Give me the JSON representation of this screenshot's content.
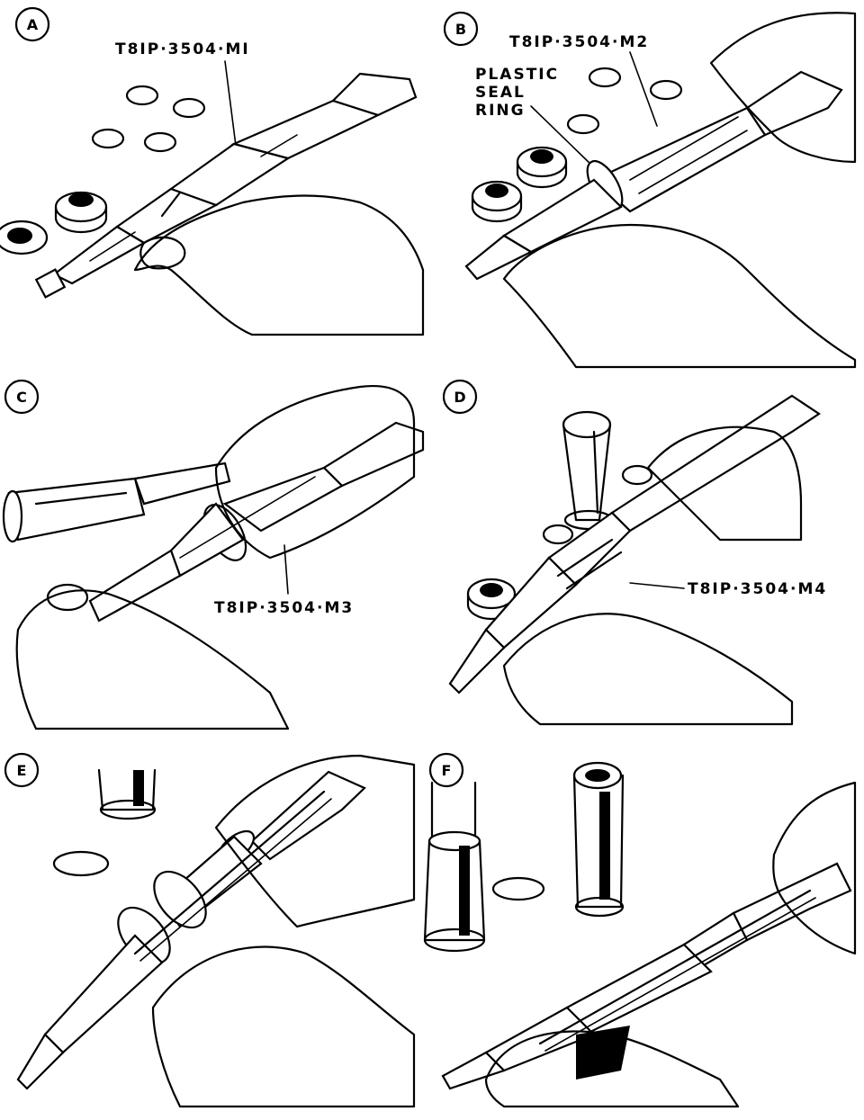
{
  "panels": {
    "a": {
      "letter": "A",
      "callouts": [
        "T8IP·3504·MI"
      ]
    },
    "b": {
      "letter": "B",
      "callouts": [
        "T8IP·3504·M2",
        "PLASTIC",
        "SEAL",
        "RING"
      ]
    },
    "c": {
      "letter": "C",
      "callouts": [
        "T8IP·3504·M3"
      ]
    },
    "d": {
      "letter": "D",
      "callouts": [
        "T8IP·3504·M4"
      ]
    },
    "e": {
      "letter": "E",
      "callouts": []
    },
    "f": {
      "letter": "F",
      "callouts": []
    }
  },
  "colors": {
    "ink": "#000000",
    "paper": "#ffffff"
  }
}
